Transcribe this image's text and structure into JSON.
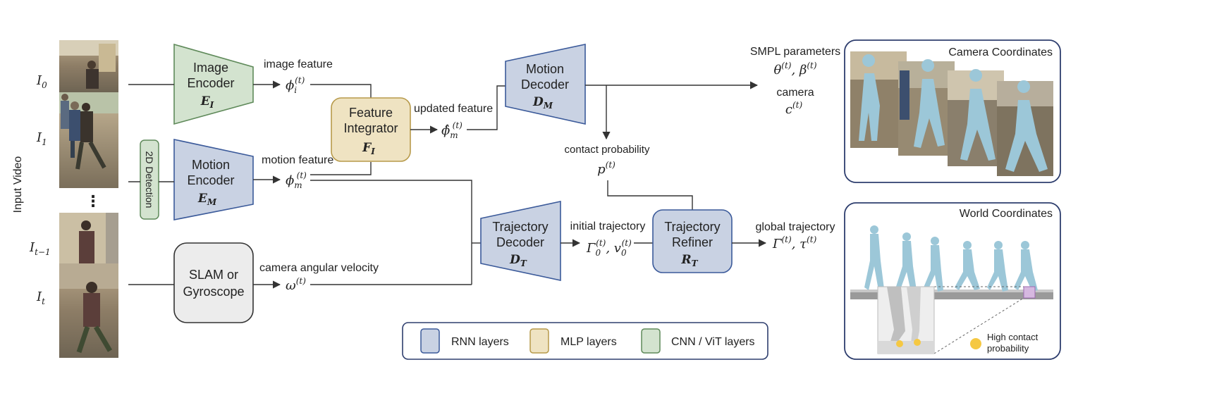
{
  "input": {
    "side_label": "Input Video",
    "frame_labels": [
      "I",
      "I",
      "I",
      "I"
    ],
    "frame_subs": [
      "0",
      "1",
      "t−1",
      "t"
    ],
    "ellipsis": "⋮"
  },
  "detection": {
    "label": "2D Detection"
  },
  "image_encoder": {
    "line1": "Image",
    "line2": "Encoder",
    "sym": "E",
    "sub": "I"
  },
  "motion_encoder": {
    "line1": "Motion",
    "line2": "Encoder",
    "sym": "E",
    "sub": "M"
  },
  "slam": {
    "line1": "SLAM or",
    "line2": "Gyroscope"
  },
  "feature_integrator": {
    "line1": "Feature",
    "line2": "Integrator",
    "sym": "F",
    "sub": "I"
  },
  "motion_decoder": {
    "line1": "Motion",
    "line2": "Decoder",
    "sym": "D",
    "sub": "M"
  },
  "trajectory_decoder": {
    "line1": "Trajectory",
    "line2": "Decoder",
    "sym": "D",
    "sub": "T"
  },
  "trajectory_refiner": {
    "line1": "Trajectory",
    "line2": "Refiner",
    "sym": "R",
    "sub": "T"
  },
  "features": {
    "image_feature": "image feature",
    "image_sym": "ϕ",
    "image_sub": "i",
    "image_sup": "(t)",
    "motion_feature": "motion feature",
    "motion_sym": "ϕ",
    "motion_sub": "m",
    "motion_sup": "(t)",
    "updated_feature": "updated feature",
    "updated_sym": "ϕ̂",
    "updated_sub": "m",
    "updated_sup": "(t)",
    "camera_velocity": "camera angular velocity",
    "omega_sym": "ω",
    "omega_sup": "(t)"
  },
  "outputs": {
    "smpl_label": "SMPL parameters",
    "smpl_theta": "θ",
    "smpl_beta": "β",
    "smpl_sup": "(t)",
    "smpl_comma": ", ",
    "camera_label": "camera",
    "camera_sym": "c",
    "camera_sup": "(t)",
    "contact_label": "contact probability",
    "contact_sym": "p",
    "contact_sup": "(t)",
    "initial_traj_label": "initial trajectory",
    "init_gamma": "Γ",
    "init_v": "v",
    "init_sub": "0",
    "init_sup": "(t)",
    "init_comma": ", ",
    "global_traj_label": "global trajectory",
    "global_gamma": "Γ",
    "global_tau": "τ",
    "global_sup": "(t)",
    "global_comma": ", "
  },
  "legend": [
    {
      "label": "RNN layers",
      "color": "#c9d2e3",
      "border": "#3b5a9a"
    },
    {
      "label": "MLP layers",
      "color": "#efe3c2",
      "border": "#b79a4a"
    },
    {
      "label": "CNN / ViT layers",
      "color": "#d3e3cf",
      "border": "#5f8a5a"
    }
  ],
  "panels": {
    "camera_title": "Camera Coordinates",
    "world_title": "World Coordinates",
    "contact_note_line1": "High contact",
    "contact_note_line2": "probability"
  },
  "colors": {
    "rnn_fill": "#c9d2e3",
    "rnn_stroke": "#3b5a9a",
    "mlp_fill": "#efe3c2",
    "mlp_stroke": "#b79a4a",
    "cnn_fill": "#d3e3cf",
    "cnn_stroke": "#5f8a5a",
    "slam_fill": "#ececec",
    "slam_stroke": "#333333",
    "mesh": "#9cc7d8",
    "contact": "#f5c842"
  }
}
